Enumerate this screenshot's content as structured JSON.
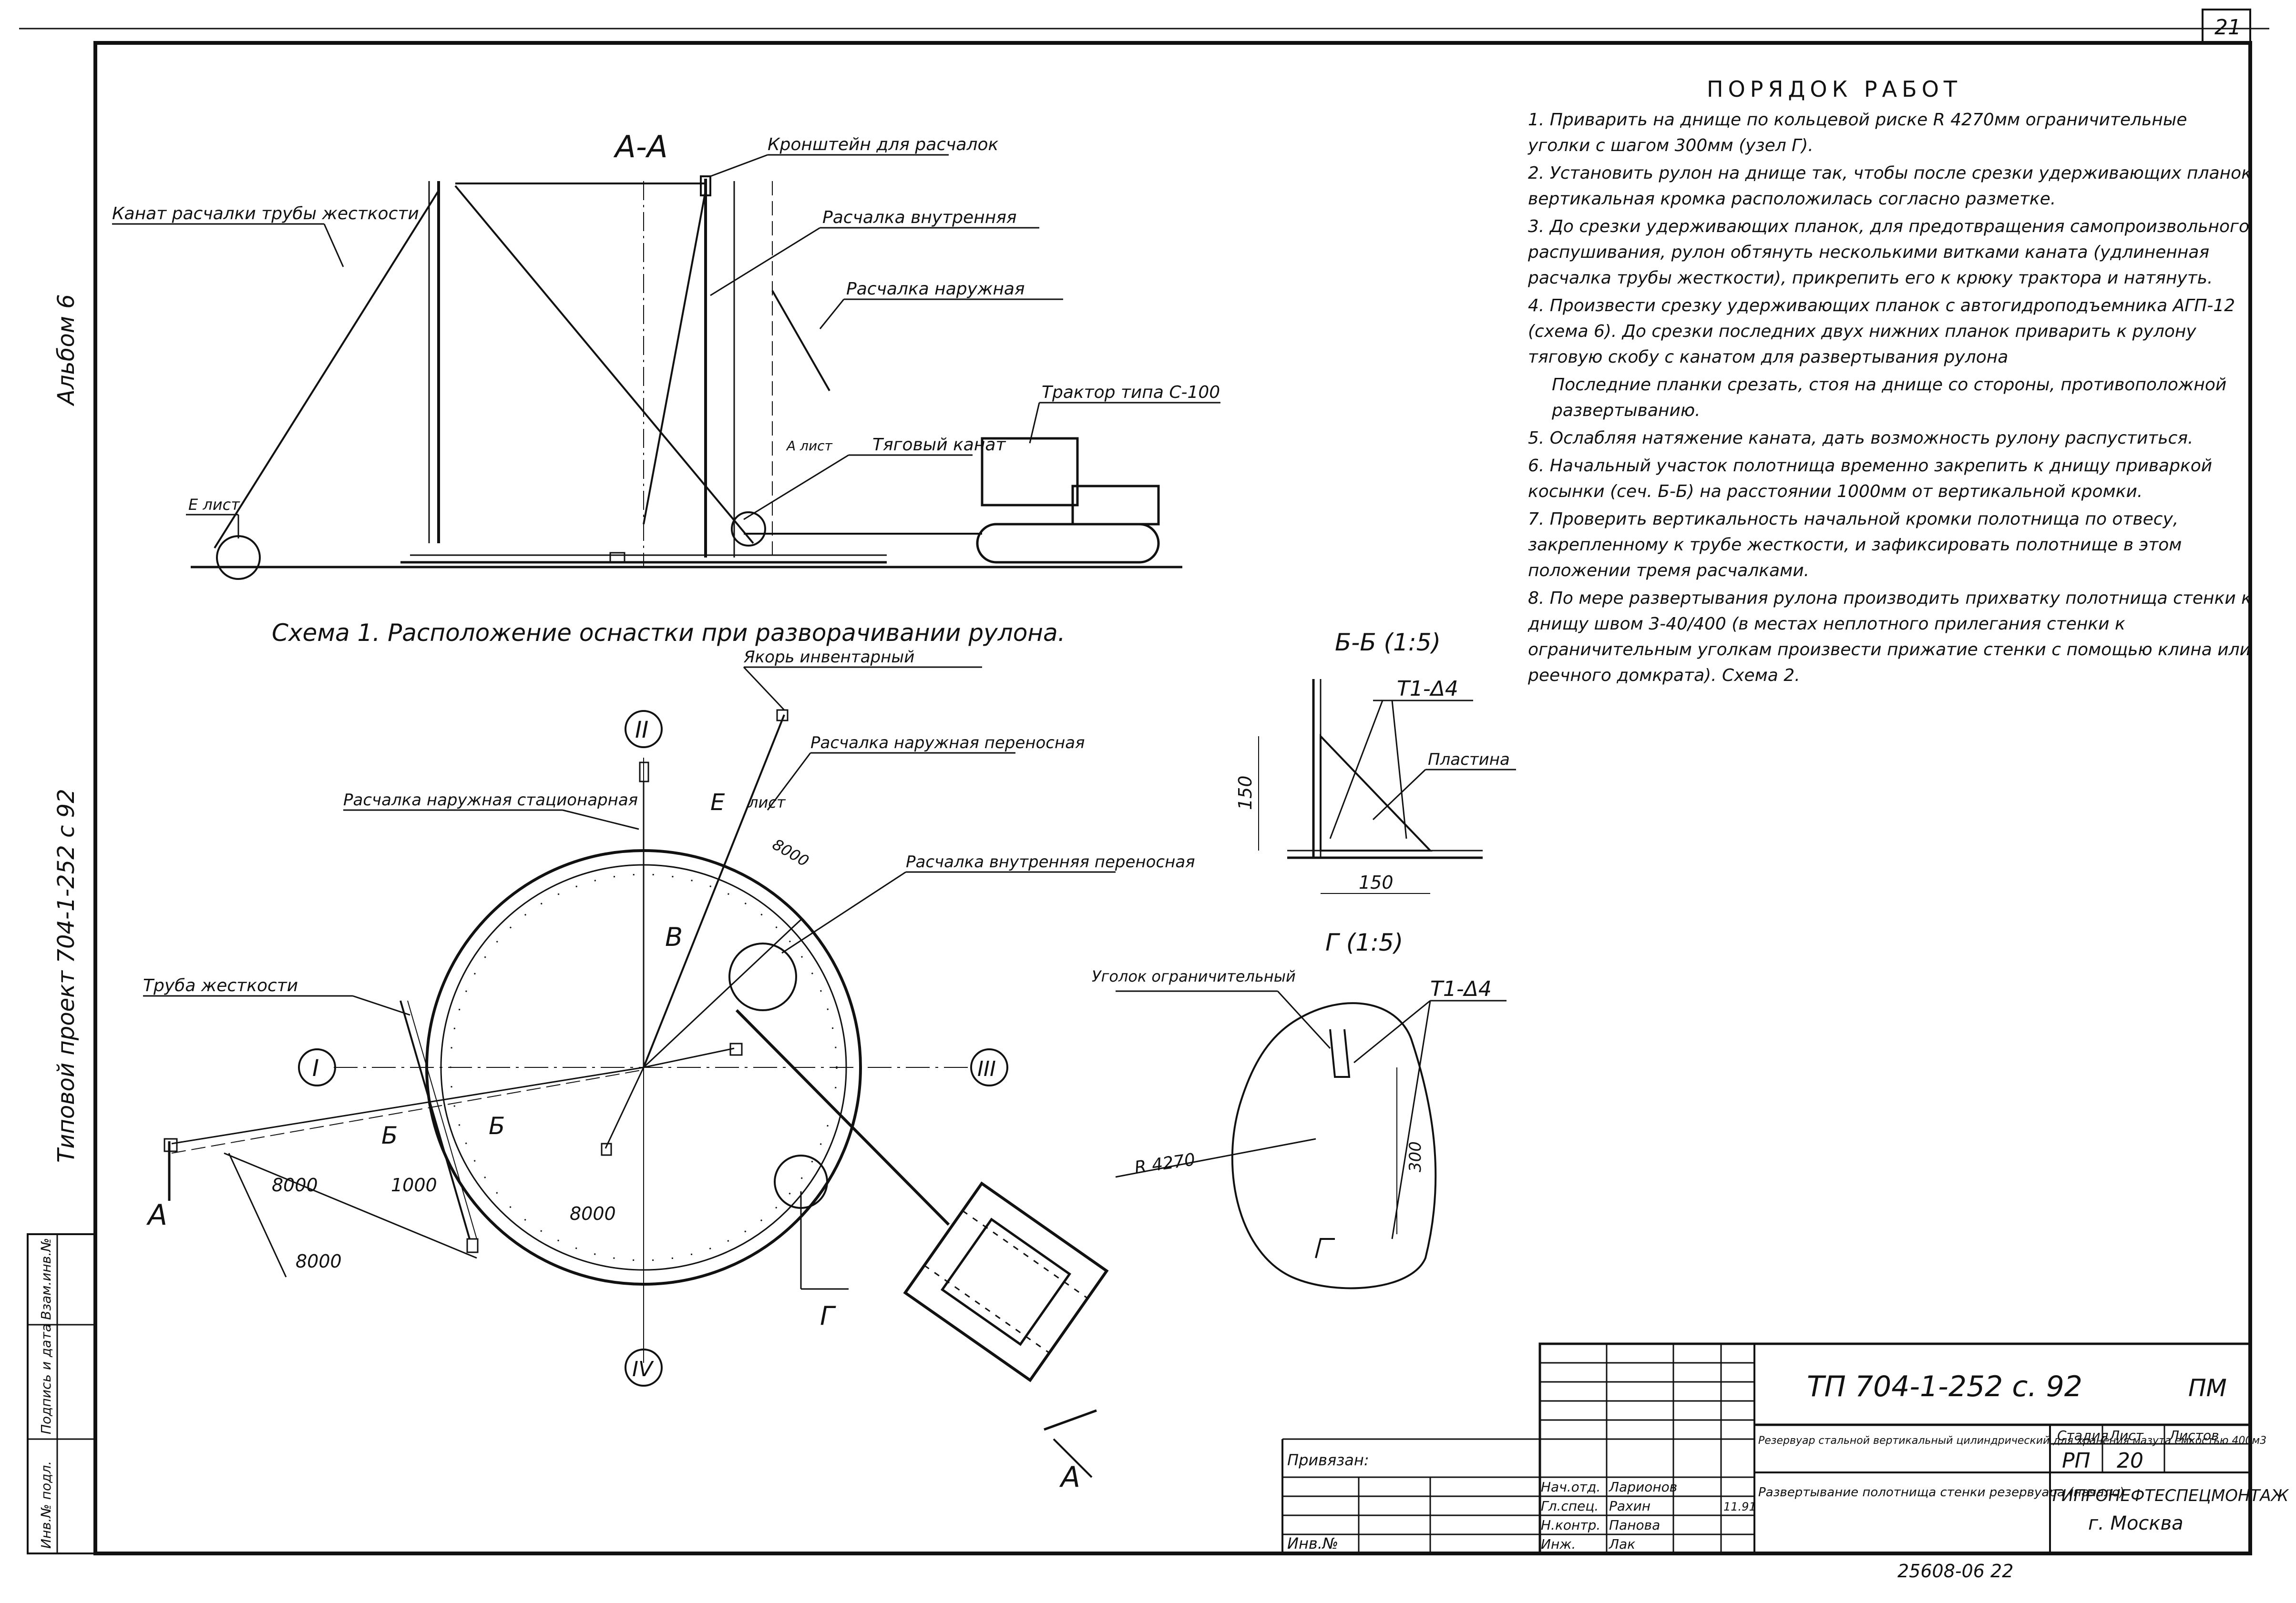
{
  "sheet_number": "21",
  "album_label": "Альбом 6",
  "project_label": "Типовой проект 704-1-252 с 92",
  "scheme1": {
    "section": "А-А",
    "caption": "Схема 1. Расположение оснастки при разворачивании рулона.",
    "labels": {
      "bracket": "Кронштейн для расчалок",
      "stiff_pipe_rope": "Канат расчалки трубы жесткости",
      "inner_guy": "Расчалка внутренняя",
      "outer_guy": "Расчалка наружная",
      "tractor": "Трактор типа С-100",
      "pull_rope": "Тяговый канат",
      "a_sheet": "А лист",
      "e_sheet": "Е лист"
    }
  },
  "plan": {
    "anchor": "Якорь инвентарный",
    "outer_portable_guy": "Расчалка наружная переносная",
    "outer_stationary_guy": "Расчалка наружная стационарная",
    "inner_portable_guy": "Расчалка внутренняя переносная",
    "stiff_pipe": "Труба жесткости",
    "axis_I": "I",
    "axis_II": "II",
    "axis_III": "III",
    "axis_IV": "IV",
    "mark_V": "В",
    "mark_B1": "Б",
    "mark_B2": "Б",
    "mark_G": "Г",
    "mark_A1": "А",
    "mark_A2": "А",
    "mark_E": "Е",
    "sheet_word": "лист",
    "dim_8000_a": "8000",
    "dim_8000_b": "8000",
    "dim_8000_c": "8000",
    "dim_1000": "1000",
    "dim_8000_e": "8000"
  },
  "section_bb": {
    "title": "Б-Б (1:5)",
    "weld": "Т1-Δ4",
    "plate": "Пластина",
    "dim_h": "150",
    "dim_w": "150"
  },
  "node_g": {
    "title": "Г (1:5)",
    "angle": "Уголок ограничительный",
    "weld": "Т1-Δ4",
    "radius": "R 4270",
    "dim": "300"
  },
  "steps_title": "ПОРЯДОК РАБОТ",
  "steps": [
    "1. Приварить на днище по кольцевой риске R 4270мм ограничительные уголки с шагом 300мм (узел Г).",
    "2. Установить рулон на днище так, чтобы после срезки удерживающих планок вертикальная кромка расположилась согласно разметке.",
    "3. До срезки удерживающих планок, для предотвращения самопроизвольного распушивания, рулон обтянуть несколькими витками каната (удлиненная расчалка трубы жесткости), прикрепить его к крюку трактора и натянуть.",
    "4. Произвести срезку удерживающих планок с автогидроподъемника АГП-12 (схема 6). До срезки последних двух нижних планок приварить к рулону тяговую скобу с канатом для развертывания рулона",
    "Последние планки срезать, стоя на днище со стороны, противоположной развертыванию.",
    "5. Ослабляя натяжение каната, дать возможность рулону распуститься.",
    "6. Начальный участок полотнища временно закрепить к днищу приваркой косынки (сеч. Б-Б) на расстоянии 1000мм от вертикальной кромки.",
    "7. Проверить вертикальность начальной кромки полотнища по отвесу, закрепленному к трубе жесткости, и зафиксировать полотнище в этом положении тремя расчалками.",
    "8. По мере развертывания рулона производить прихватку полотнища стенки к днищу швом 3-40/400 (в местах неплотного прилегания стенки к ограничительным уголкам произвести прижатие стенки с помощью клина или реечного домкрата). Схема 2."
  ],
  "side_stamp": {
    "inv_orig": "Инв.№ подл.",
    "sign_date": "Подпись и дата",
    "replace_inv": "Взам.инв.№"
  },
  "title_block": {
    "code": "ТП 704-1-252 с. 92",
    "mark": "ПМ",
    "linked": "Привязан:",
    "inv_no": "Инв.№",
    "roles": [
      "Нач.отд.",
      "Гл.спец.",
      "Н.контр.",
      "Инж."
    ],
    "names": [
      "Ларионов",
      "Рахин",
      "Панова",
      "Лак"
    ],
    "sign_date": "11.91",
    "object": "Резервуар стальной вертикальный цилиндрический для хранения мазута емкостью 400м3",
    "sheet_title": "Развертывание полотнища стенки резервуара (начало)",
    "stage_h": "Стадия",
    "sheet_h": "Лист",
    "sheets_h": "Листов",
    "stage": "РП",
    "sheet": "20",
    "org": "ГИПРОНЕФТЕСПЕЦМОНТАЖ",
    "city": "г. Москва",
    "bottom_no": "25608-06 22"
  }
}
